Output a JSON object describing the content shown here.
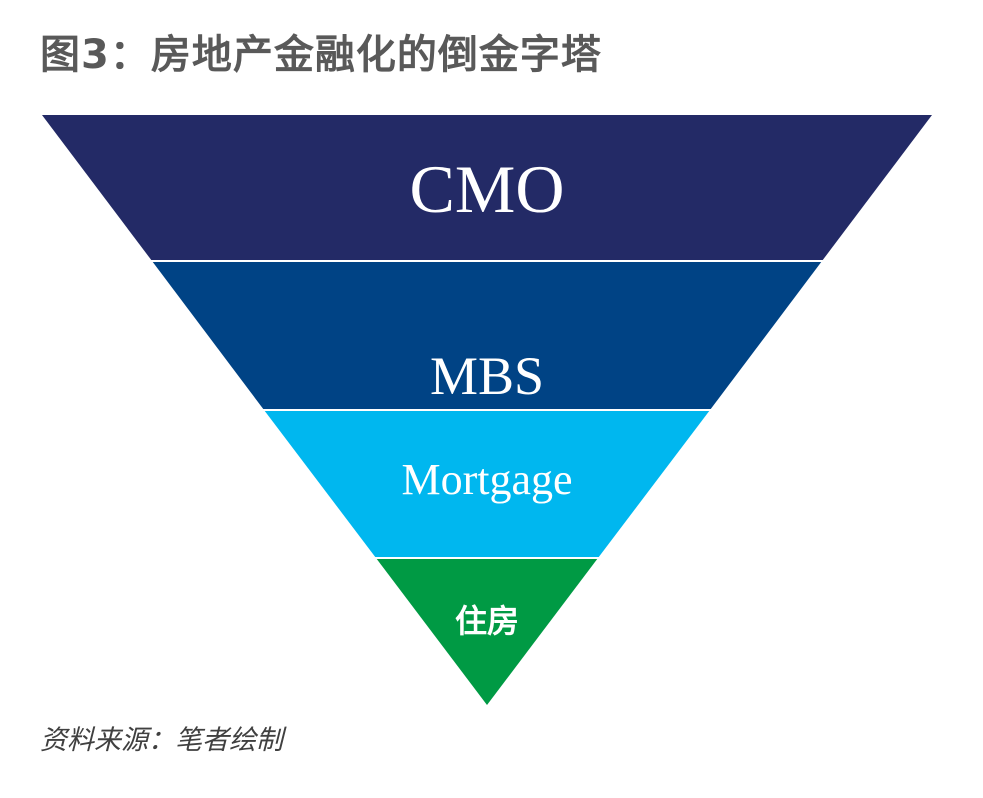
{
  "title": "图3：房地产金融化的倒金字塔",
  "layers": [
    {
      "label": "CMO",
      "color": "#232a66"
    },
    {
      "label": "MBS",
      "color": "#004385"
    },
    {
      "label": "Mortgage",
      "color": "#00b7ef"
    },
    {
      "label": "住房",
      "color": "#009a44"
    }
  ],
  "source": "资料来源：笔者绘制"
}
